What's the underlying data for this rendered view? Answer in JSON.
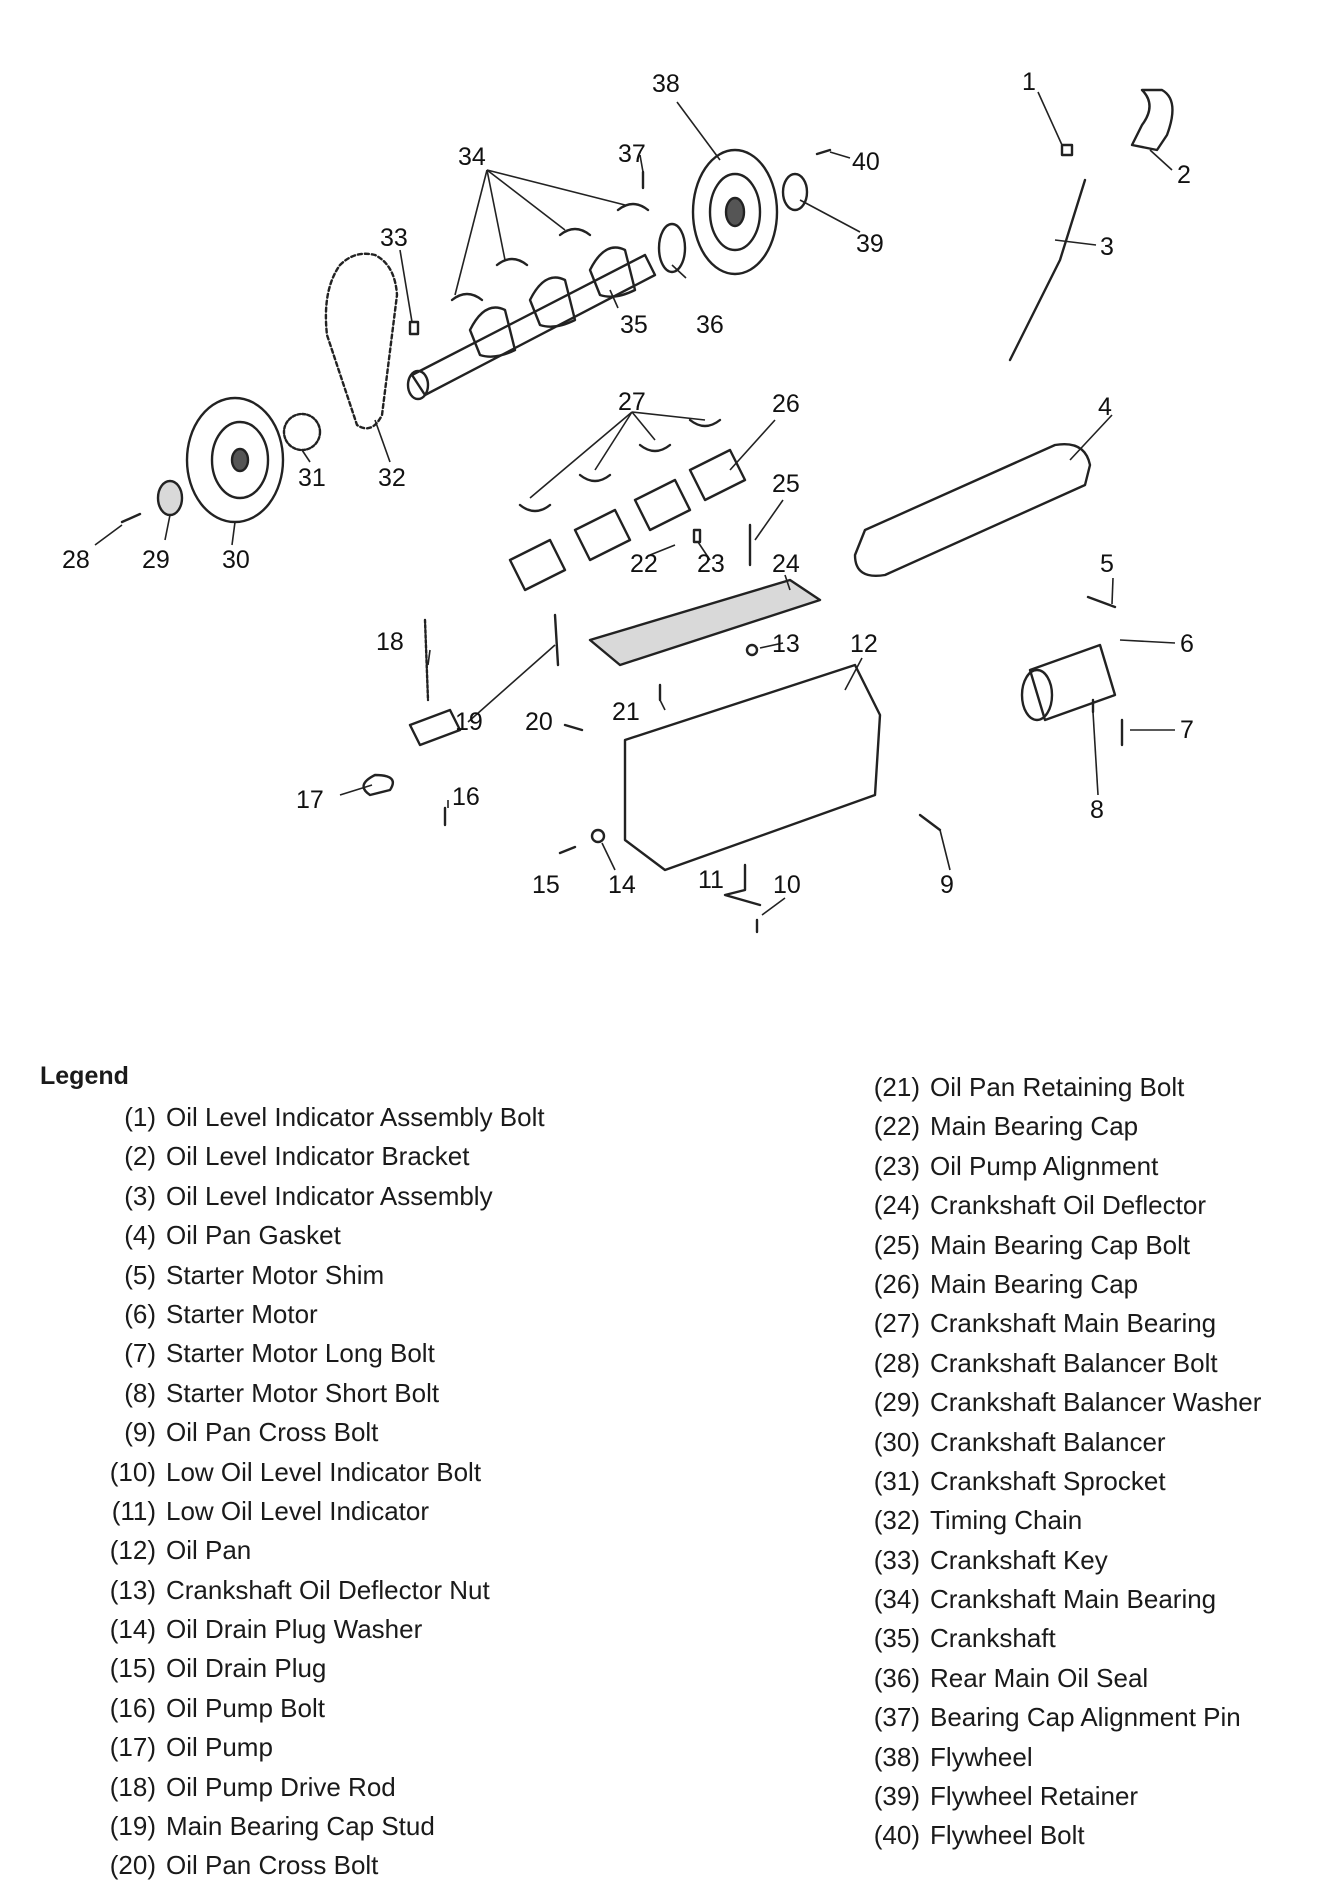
{
  "diagram": {
    "callouts": [
      {
        "id": 1,
        "label": "1"
      },
      {
        "id": 2,
        "label": "2"
      },
      {
        "id": 3,
        "label": "3"
      },
      {
        "id": 4,
        "label": "4"
      },
      {
        "id": 5,
        "label": "5"
      },
      {
        "id": 6,
        "label": "6"
      },
      {
        "id": 7,
        "label": "7"
      },
      {
        "id": 8,
        "label": "8"
      },
      {
        "id": 9,
        "label": "9"
      },
      {
        "id": 10,
        "label": "10"
      },
      {
        "id": 11,
        "label": "11"
      },
      {
        "id": 12,
        "label": "12"
      },
      {
        "id": 13,
        "label": "13"
      },
      {
        "id": 14,
        "label": "14"
      },
      {
        "id": 15,
        "label": "15"
      },
      {
        "id": 16,
        "label": "16"
      },
      {
        "id": 17,
        "label": "17"
      },
      {
        "id": 18,
        "label": "18"
      },
      {
        "id": 19,
        "label": "19"
      },
      {
        "id": 20,
        "label": "20"
      },
      {
        "id": 21,
        "label": "21"
      },
      {
        "id": 22,
        "label": "22"
      },
      {
        "id": 23,
        "label": "23"
      },
      {
        "id": 24,
        "label": "24"
      },
      {
        "id": 25,
        "label": "25"
      },
      {
        "id": 26,
        "label": "26"
      },
      {
        "id": 27,
        "label": "27"
      },
      {
        "id": 28,
        "label": "28"
      },
      {
        "id": 29,
        "label": "29"
      },
      {
        "id": 30,
        "label": "30"
      },
      {
        "id": 31,
        "label": "31"
      },
      {
        "id": 32,
        "label": "32"
      },
      {
        "id": 33,
        "label": "33"
      },
      {
        "id": 34,
        "label": "34"
      },
      {
        "id": 35,
        "label": "35"
      },
      {
        "id": 36,
        "label": "36"
      },
      {
        "id": 37,
        "label": "37"
      },
      {
        "id": 38,
        "label": "38"
      },
      {
        "id": 39,
        "label": "39"
      },
      {
        "id": 40,
        "label": "40"
      }
    ]
  },
  "legend": {
    "title": "Legend",
    "left_items": [
      {
        "num": "(1)",
        "text": "Oil Level Indicator Assembly Bolt"
      },
      {
        "num": "(2)",
        "text": "Oil Level Indicator Bracket"
      },
      {
        "num": "(3)",
        "text": "Oil Level Indicator Assembly"
      },
      {
        "num": "(4)",
        "text": "Oil Pan Gasket"
      },
      {
        "num": "(5)",
        "text": "Starter Motor Shim"
      },
      {
        "num": "(6)",
        "text": "Starter Motor"
      },
      {
        "num": "(7)",
        "text": "Starter Motor Long Bolt"
      },
      {
        "num": "(8)",
        "text": "Starter Motor Short Bolt"
      },
      {
        "num": "(9)",
        "text": "Oil Pan Cross Bolt"
      },
      {
        "num": "(10)",
        "text": "Low Oil Level Indicator Bolt"
      },
      {
        "num": "(11)",
        "text": "Low Oil Level Indicator"
      },
      {
        "num": "(12)",
        "text": "Oil Pan"
      },
      {
        "num": "(13)",
        "text": "Crankshaft Oil Deflector Nut"
      },
      {
        "num": "(14)",
        "text": "Oil Drain Plug Washer"
      },
      {
        "num": "(15)",
        "text": "Oil Drain Plug"
      },
      {
        "num": "(16)",
        "text": "Oil Pump Bolt"
      },
      {
        "num": "(17)",
        "text": "Oil Pump"
      },
      {
        "num": "(18)",
        "text": "Oil Pump Drive Rod"
      },
      {
        "num": "(19)",
        "text": "Main Bearing Cap Stud"
      },
      {
        "num": "(20)",
        "text": "Oil Pan Cross Bolt"
      }
    ],
    "right_items": [
      {
        "num": "(21)",
        "text": "Oil Pan Retaining Bolt"
      },
      {
        "num": "(22)",
        "text": "Main Bearing Cap"
      },
      {
        "num": "(23)",
        "text": "Oil Pump Alignment"
      },
      {
        "num": "(24)",
        "text": "Crankshaft Oil Deflector"
      },
      {
        "num": "(25)",
        "text": "Main Bearing Cap Bolt"
      },
      {
        "num": "(26)",
        "text": "Main Bearing Cap"
      },
      {
        "num": "(27)",
        "text": "Crankshaft Main Bearing"
      },
      {
        "num": "(28)",
        "text": "Crankshaft Balancer Bolt"
      },
      {
        "num": "(29)",
        "text": "Crankshaft Balancer Washer"
      },
      {
        "num": "(30)",
        "text": "Crankshaft Balancer"
      },
      {
        "num": "(31)",
        "text": "Crankshaft Sprocket"
      },
      {
        "num": "(32)",
        "text": "Timing Chain"
      },
      {
        "num": "(33)",
        "text": "Crankshaft Key"
      },
      {
        "num": "(34)",
        "text": "Crankshaft Main Bearing"
      },
      {
        "num": "(35)",
        "text": "Crankshaft"
      },
      {
        "num": "(36)",
        "text": "Rear Main Oil Seal"
      },
      {
        "num": "(37)",
        "text": "Bearing Cap Alignment Pin"
      },
      {
        "num": "(38)",
        "text": "Flywheel"
      },
      {
        "num": "(39)",
        "text": "Flywheel Retainer"
      },
      {
        "num": "(40)",
        "text": "Flywheel Bolt"
      }
    ]
  }
}
